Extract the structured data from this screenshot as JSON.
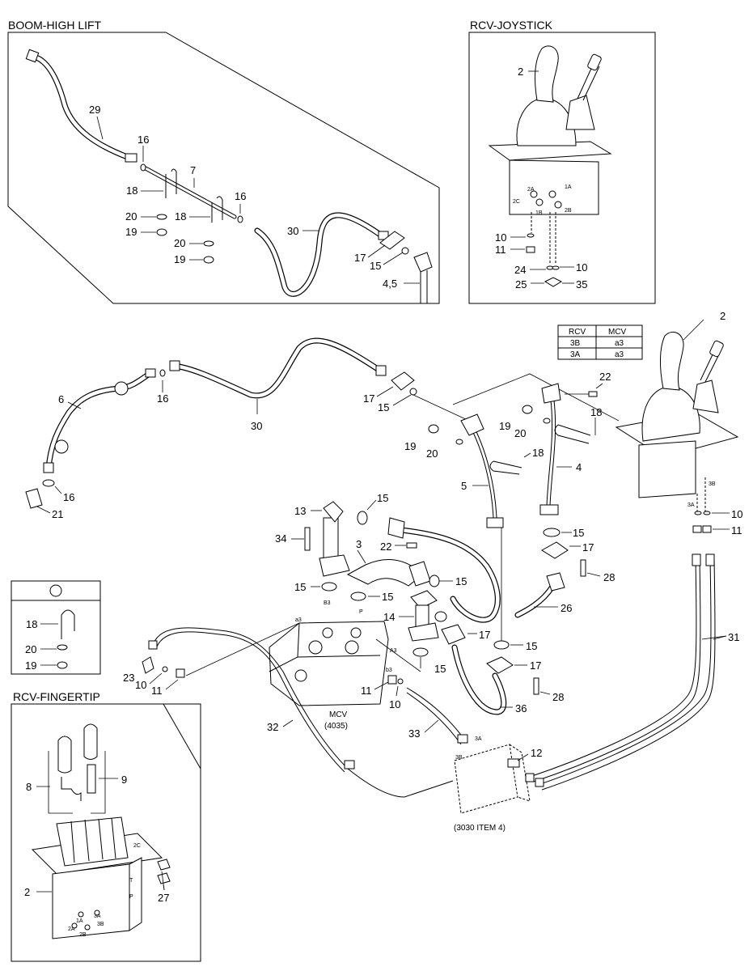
{
  "sections": {
    "boom_high_lift": "BOOM-HIGH LIFT",
    "rcv_joystick": "RCV-JOYSTICK",
    "rcv_fingertip": "RCV-FINGERTIP"
  },
  "legend_table": {
    "headers": [
      "RCV",
      "MCV"
    ],
    "rows": [
      [
        "3B",
        "a3"
      ],
      [
        "3A",
        "a3"
      ]
    ]
  },
  "labels": {
    "mcv": "MCV",
    "mcv_code": "(4035)",
    "item_ref": "(3030 ITEM 4)",
    "port_3a": "3A",
    "port_3b": "3B",
    "port_a3": "a3",
    "port_A3": "A3",
    "port_b3": "b3",
    "port_B3": "B3",
    "port_P": "P",
    "j_2a": "2A",
    "j_2c": "2C",
    "j_1a": "1A",
    "j_1b": "1B",
    "j_2b": "2B",
    "f_2c": "2C",
    "f_t": "T",
    "f_p": "P",
    "f_1a": "1A",
    "f_3a": "3A",
    "f_3b": "3B",
    "f_2a": "2A",
    "f_2b": "2B"
  },
  "callouts": {
    "bh_29": "29",
    "bh_16a": "16",
    "bh_7": "7",
    "bh_18a": "18",
    "bh_16b": "16",
    "bh_20a": "20",
    "bh_18b": "18",
    "bh_19a": "19",
    "bh_20b": "20",
    "bh_19b": "19",
    "bh_30": "30",
    "bh_17": "17",
    "bh_15": "15",
    "bh_45": "4,5",
    "rj_2": "2",
    "rj_10a": "10",
    "rj_11": "11",
    "rj_24": "24",
    "rj_10b": "10",
    "rj_25": "25",
    "rj_35": "35",
    "m_2": "2",
    "m_6": "6",
    "m_16a": "16",
    "m_30": "30",
    "m_17a": "17",
    "m_15a": "15",
    "m_22a": "22",
    "m_19a": "19",
    "m_20a": "20",
    "m_18a": "18",
    "m_19b": "19",
    "m_20b": "20",
    "m_18b": "18",
    "m_4": "4",
    "m_5": "5",
    "m_16b": "16",
    "m_21": "21",
    "m_15b": "15",
    "m_13": "13",
    "m_3": "3",
    "m_22b": "22",
    "m_34": "34",
    "m_15c": "15",
    "m_15d": "15",
    "m_15e": "15",
    "m_17b": "17",
    "m_28a": "28",
    "m_26": "26",
    "m_14": "14",
    "m_17c": "17",
    "m_15f": "15",
    "m_15g": "15",
    "m_17d": "17",
    "m_28b": "28",
    "m_36": "36",
    "m_23": "23",
    "m_10a": "10",
    "m_11a": "11",
    "m_11b": "11",
    "m_10b": "10",
    "m_32": "32",
    "m_33": "33",
    "m_12": "12",
    "m_31": "31",
    "m_10c": "10",
    "m_11c": "11",
    "d_18": "18",
    "d_20": "20",
    "d_19": "19",
    "f_8": "8",
    "f_9": "9",
    "f_2": "2",
    "f_27": "27"
  }
}
